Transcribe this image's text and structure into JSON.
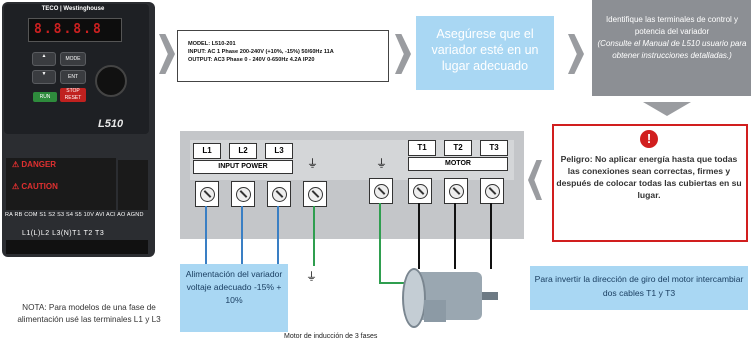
{
  "drive": {
    "brand": "TECO | Westinghouse",
    "display": "8.8.8.8",
    "buttons": {
      "mode": "MODE",
      "enter": "ENT",
      "run": "RUN",
      "stop": "STOP RESET"
    },
    "model": "L510",
    "danger_label": "DANGER",
    "caution_label": "CAUTION",
    "control_terminals": "RA RB COM S1 S2 S3 S4 S5 10V AVI ACI AO AGND",
    "power_terminals": "L1(L)L2 L3(N)T1 T2 T3"
  },
  "info_box": {
    "model_line": "MODEL: L510-201",
    "input_line": "INPUT: AC 1 Phase 200-240V (+10%, -15%) 50/60Hz 11A",
    "output_line": "OUTPUT: AC3 Phase 0 - 240V 0-650Hz 4.2A IP20"
  },
  "step_ensure": {
    "text": "Asegúrese que el variador esté en un lugar adecuado"
  },
  "step_identify": {
    "title": "Identifique las terminales de control y potencia del variador",
    "note": "(Consulte el Manual de L510 usuario para obtener instrucciones detalladas.)"
  },
  "danger": {
    "icon": "!",
    "text": "Peligro: No aplicar energía hasta que todas las conexiones sean correctas, firmes y después de colocar todas las cubiertas en su lugar."
  },
  "terminal_block": {
    "input_labels": [
      "L1",
      "L2",
      "L3"
    ],
    "input_group": "INPUT POWER",
    "motor_labels": [
      "T1",
      "T2",
      "T3"
    ],
    "motor_group": "MOTOR",
    "ground_symbol": "⏚"
  },
  "supply_box": {
    "text": "Alimentación del variador voltaje adecuado -15% + 10%"
  },
  "reverse_box": {
    "text": "Para invertir la dirección de giro del motor intercambiar dos cables T1 y T3"
  },
  "motor_label": "Motor de inducción de 3 fases",
  "note": "NOTA: Para modelos de una fase de alimentación usé las terminales L1 y L3",
  "colors": {
    "callout_blue": "#a9d7f3",
    "step_grey": "#8c8f94",
    "danger_red": "#d11e1e",
    "panel_grey": "#c4c6c9"
  }
}
